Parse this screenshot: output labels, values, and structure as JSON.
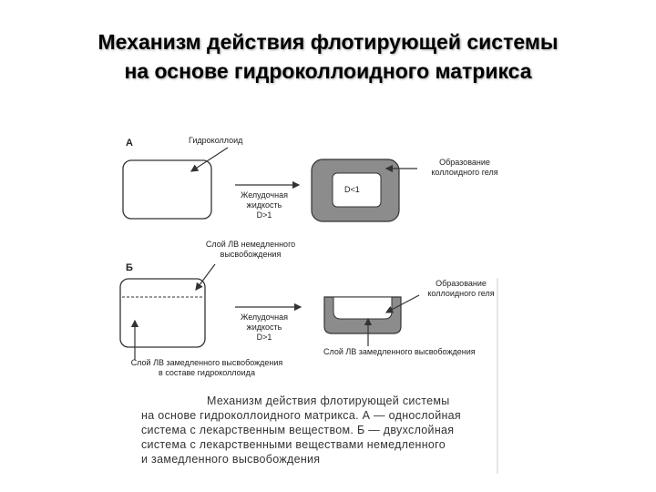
{
  "title": {
    "line1": "Механизм действия флотирующей системы",
    "line2": "на основе гидроколлоидного матрикса"
  },
  "diagram": {
    "panel_a": {
      "letter": "А",
      "hydrocolloid_label": "Гидроколлоид",
      "gastric_fluid_line1": "Желудочная",
      "gastric_fluid_line2": "жидкость",
      "gastric_fluid_density": "D>1",
      "gel_formation_line1": "Образование",
      "gel_formation_line2": "коллоидного геля",
      "density_inside": "D<1"
    },
    "panel_b": {
      "letter": "Б",
      "immediate_layer_line1": "Слой ЛВ немедленного",
      "immediate_layer_line2": "высвобождения",
      "gastric_fluid_line1": "Желудочная",
      "gastric_fluid_line2": "жидкость",
      "gastric_fluid_density": "D>1",
      "gel_formation_line1": "Образование",
      "gel_formation_line2": "коллоидного геля",
      "delayed_layer_line1": "Слой ЛВ замедленного высвобождения",
      "delayed_layer_line2": "в составе гидроколлоида",
      "delayed_layer_right": "Слой ЛВ замедленного высвобождения"
    },
    "caption": {
      "line1": "Механизм действия флотирующей системы",
      "line2": "на основе гидроколлоидного матрикса. А — однослойная",
      "line3": "система с лекарственным веществом. Б — двухслойная",
      "line4": "система с лекарственными веществами немедленного",
      "line5": "и замедленного высвобождения"
    },
    "colors": {
      "gel_fill": "#8c8c8c",
      "line": "#333333"
    }
  }
}
